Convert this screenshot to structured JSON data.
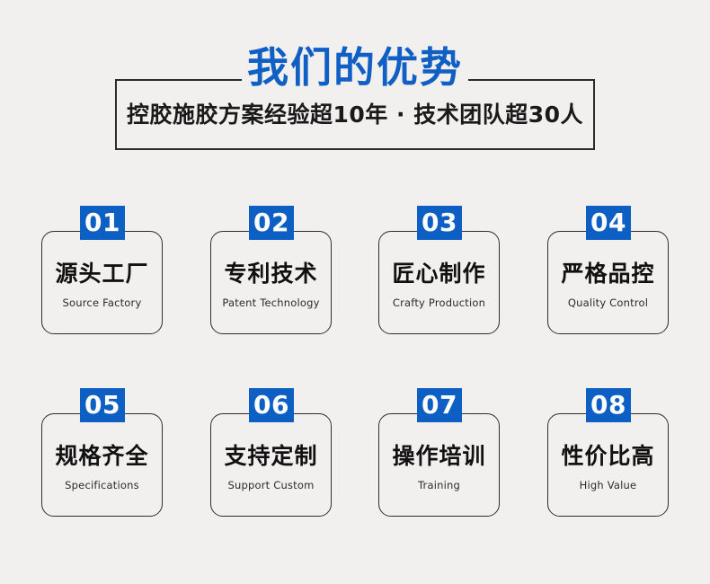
{
  "header": {
    "title": "我们的优势",
    "subtitle": "控胶施胶方案经验超10年 · 技术团队超30人",
    "accent_color": "#0d5fc3",
    "border_color": "#2b2b2b"
  },
  "theme": {
    "background": "#f2efef",
    "badge_background": "#0d5fc3",
    "badge_text_color": "#ffffff",
    "card_border_color": "#2e2e2e",
    "title_color": "#0f5fc4",
    "text_color": "#111111"
  },
  "cards": [
    {
      "number": "01",
      "cn": "源头工厂",
      "en": "Source Factory"
    },
    {
      "number": "02",
      "cn": "专利技术",
      "en": "Patent Technology"
    },
    {
      "number": "03",
      "cn": "匠心制作",
      "en": "Crafty Production"
    },
    {
      "number": "04",
      "cn": "严格品控",
      "en": "Quality Control"
    },
    {
      "number": "05",
      "cn": "规格齐全",
      "en": "Specifications"
    },
    {
      "number": "06",
      "cn": "支持定制",
      "en": "Support Custom"
    },
    {
      "number": "07",
      "cn": "操作培训",
      "en": "Training"
    },
    {
      "number": "08",
      "cn": "性价比高",
      "en": "High Value"
    }
  ]
}
